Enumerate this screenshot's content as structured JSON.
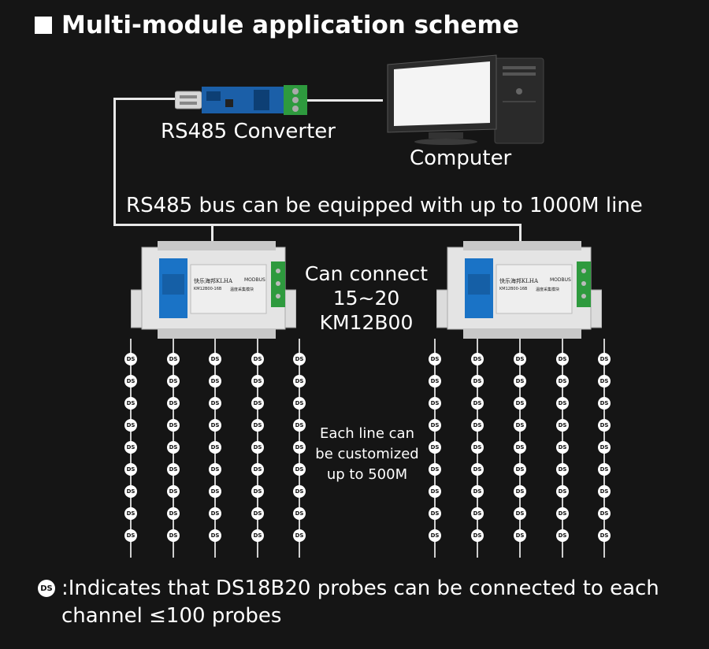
{
  "title": "Multi-module application scheme",
  "labels": {
    "converter": "RS485 Converter",
    "computer": "Computer",
    "bus": "RS485 bus can be equipped with up to 1000M line",
    "connect_line1": "Can connect",
    "connect_line2": "15~20",
    "connect_line3": "KM12B00",
    "line_custom1": "Each line can",
    "line_custom2": "be customized",
    "line_custom3": "up to 500M"
  },
  "module": {
    "brand": "快乐海邦KLHA",
    "protocol": "MODBUS",
    "model": "KM12B00-16B",
    "name": "温度采集模块"
  },
  "probe_symbol": "DS",
  "legend": {
    "badge": "DS",
    "text_line1": ":Indicates that DS18B20 probes can be connected to each",
    "text_line2": "channel ≤100 probes"
  },
  "colors": {
    "background": "#151515",
    "module_body": "#e6e6e6",
    "module_panel": "#1a73c6",
    "terminal_green": "#2e9a3e",
    "pcb_blue": "#1b5fa8"
  }
}
